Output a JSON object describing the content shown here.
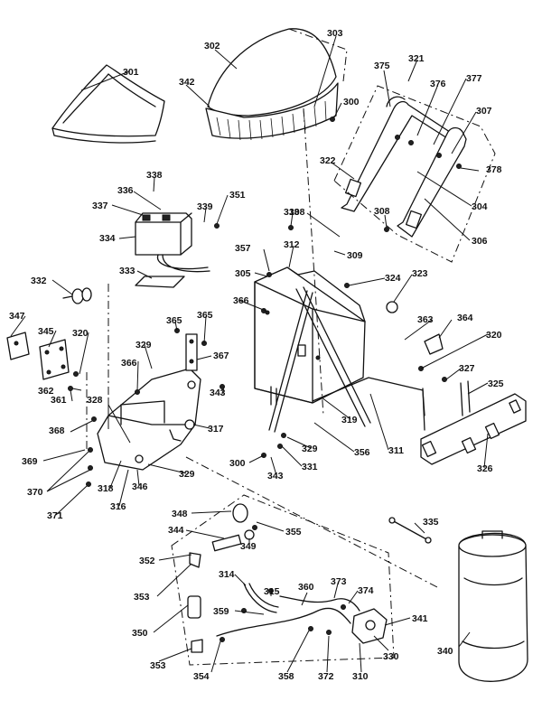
{
  "callouts": [
    "301",
    "302",
    "303",
    "342",
    "300",
    "375",
    "321",
    "376",
    "377",
    "307",
    "322",
    "378",
    "304",
    "306",
    "308",
    "338",
    "336",
    "339",
    "351",
    "337",
    "334",
    "313",
    "308",
    "309",
    "357",
    "312",
    "305",
    "324",
    "323",
    "333",
    "332",
    "347",
    "345",
    "320",
    "362",
    "361",
    "366",
    "365",
    "365",
    "367",
    "329",
    "366",
    "343",
    "328",
    "368",
    "317",
    "369",
    "370",
    "371",
    "318",
    "316",
    "346",
    "329",
    "363",
    "364",
    "320",
    "327",
    "325",
    "319",
    "311",
    "326",
    "356",
    "329",
    "300",
    "331",
    "343",
    "348",
    "344",
    "355",
    "349",
    "352",
    "335",
    "314",
    "315",
    "360",
    "373",
    "374",
    "353",
    "359",
    "341",
    "350",
    "340",
    "330",
    "353",
    "354",
    "358",
    "372",
    "310"
  ]
}
